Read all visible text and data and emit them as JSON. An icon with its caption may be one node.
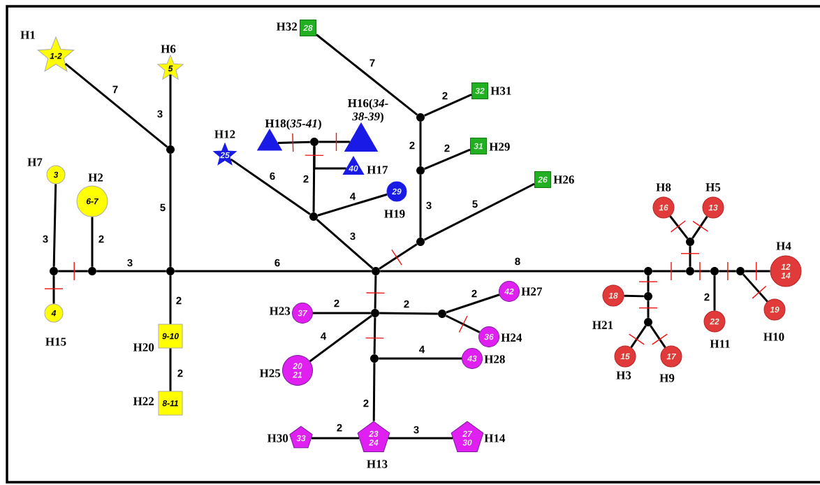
{
  "diagram": {
    "nodes": [
      {
        "text": [
          "H1",
          "1-2"
        ]
      },
      {
        "text": [
          "H6",
          "5"
        ]
      },
      {
        "text": [
          "H7",
          "3"
        ]
      },
      {
        "text": [
          "H2",
          "6-7"
        ]
      },
      {
        "text": [
          "4",
          "H15"
        ]
      },
      {
        "text": [
          "H20",
          "9-10"
        ]
      },
      {
        "text": [
          "H22",
          "8-11"
        ]
      },
      {
        "text": [
          "H12",
          "25"
        ]
      },
      {
        "text": [
          "H18(*35-41*)"
        ]
      },
      {
        "text": [
          "H16(*34-38-39*)"
        ]
      },
      {
        "text": [
          "40",
          "H17"
        ]
      },
      {
        "text": [
          "29",
          "H19"
        ]
      },
      {
        "text": [
          "H32",
          "28"
        ]
      },
      {
        "text": [
          "32",
          "H31"
        ]
      },
      {
        "text": [
          "31",
          "H29"
        ]
      },
      {
        "text": [
          "26",
          "H26"
        ]
      },
      {
        "text": [
          "H8",
          "16"
        ]
      },
      {
        "text": [
          "H5",
          "13"
        ]
      },
      {
        "text": [
          "H4",
          "12 14"
        ]
      },
      {
        "text": [
          "19",
          "H10"
        ]
      },
      {
        "text": [
          "22",
          "H11"
        ]
      },
      {
        "text": [
          "18",
          "H21"
        ]
      },
      {
        "text": [
          "15",
          "H3"
        ]
      },
      {
        "text": [
          "17",
          "H9"
        ]
      },
      {
        "text": [
          "H23",
          "37"
        ]
      },
      {
        "text": [
          "42",
          "H27"
        ]
      },
      {
        "text": [
          "36",
          "H24"
        ]
      },
      {
        "text": [
          "H25",
          "20 21"
        ]
      },
      {
        "text": [
          "43",
          "H28"
        ]
      },
      {
        "text": [
          "H30",
          "33"
        ]
      },
      {
        "text": [
          "23 24",
          "H13"
        ]
      },
      {
        "text": [
          "27 30",
          "H14"
        ]
      },
      {
        "text": [],
        "shape": "circle"
      },
      {
        "text": [],
        "shape": "circle"
      },
      {
        "text": [],
        "shape": "circle"
      },
      {
        "text": [],
        "shape": "circle"
      },
      {
        "text": [],
        "shape": "circle"
      },
      {
        "text": [],
        "shape": "circle"
      },
      {
        "text": [],
        "shape": "circle"
      },
      {
        "text": [],
        "shape": "circle"
      },
      {
        "text": [],
        "shape": "circle"
      },
      {
        "text": [],
        "shape": "circle"
      },
      {
        "text": [],
        "shape": "circle"
      },
      {
        "text": [],
        "shape": "circle"
      },
      {
        "text": [],
        "shape": "circle"
      },
      {
        "text": [],
        "shape": "circle"
      },
      {
        "text": [],
        "shape": "circle"
      },
      {
        "text": [],
        "shape": "circle"
      },
      {
        "text": [],
        "shape": "circle"
      },
      {
        "text": [],
        "shape": "circle"
      },
      {
        "text": [],
        "shape": "circle"
      },
      {
        "text": [],
        "shape": "circle"
      }
    ],
    "edges": [
      {
        "from": 0,
        "to": 35,
        "arrow": "none",
        "label": "7"
      },
      {
        "from": 1,
        "to": 35,
        "arrow": "none",
        "label": "3"
      },
      {
        "from": 35,
        "to": 34,
        "arrow": "none",
        "label": "5"
      },
      {
        "from": 2,
        "to": 32,
        "arrow": "none",
        "label": "3"
      },
      {
        "from": 3,
        "to": 33,
        "arrow": "none",
        "label": "2"
      },
      {
        "from": 32,
        "to": 33,
        "arrow": "none"
      },
      {
        "from": 32,
        "to": 4,
        "arrow": "none"
      },
      {
        "from": 33,
        "to": 34,
        "arrow": "none",
        "label": "3"
      },
      {
        "from": 34,
        "to": 36,
        "arrow": "none",
        "label": "6"
      },
      {
        "from": 34,
        "to": 5,
        "arrow": "none",
        "label": "2"
      },
      {
        "from": 5,
        "to": 6,
        "arrow": "none",
        "label": "2"
      },
      {
        "from": 7,
        "to": 37,
        "arrow": "none",
        "label": "6"
      },
      {
        "from": 37,
        "to": 36,
        "arrow": "none",
        "label": "3"
      },
      {
        "from": 37,
        "to": 38,
        "arrow": "none",
        "label": "2"
      },
      {
        "from": 38,
        "to": 8,
        "arrow": "none"
      },
      {
        "from": 38,
        "to": 9,
        "arrow": "none"
      },
      {
        "from": 38,
        "to": 10,
        "arrow": "none"
      },
      {
        "from": 37,
        "to": 11,
        "arrow": "none",
        "label": "4"
      },
      {
        "from": 12,
        "to": 39,
        "arrow": "none",
        "label": "7"
      },
      {
        "from": 39,
        "to": 13,
        "arrow": "none",
        "label": "2"
      },
      {
        "from": 39,
        "to": 40,
        "arrow": "none",
        "label": "2"
      },
      {
        "from": 40,
        "to": 14,
        "arrow": "none",
        "label": "2"
      },
      {
        "from": 40,
        "to": 41,
        "arrow": "none",
        "label": "3"
      },
      {
        "from": 41,
        "to": 15,
        "arrow": "none",
        "label": "5"
      },
      {
        "from": 36,
        "to": 41,
        "arrow": "none"
      },
      {
        "from": 36,
        "to": 42,
        "arrow": "none",
        "label": "8"
      },
      {
        "from": 42,
        "to": 43,
        "arrow": "none"
      },
      {
        "from": 43,
        "to": 44,
        "arrow": "none"
      },
      {
        "from": 44,
        "to": 16,
        "arrow": "none"
      },
      {
        "from": 44,
        "to": 17,
        "arrow": "none"
      },
      {
        "from": 43,
        "to": 45,
        "arrow": "none"
      },
      {
        "from": 45,
        "to": 20,
        "arrow": "none",
        "label": "2"
      },
      {
        "from": 45,
        "to": 46,
        "arrow": "none"
      },
      {
        "from": 46,
        "to": 18,
        "arrow": "none"
      },
      {
        "from": 46,
        "to": 19,
        "arrow": "none"
      },
      {
        "from": 42,
        "to": 47,
        "arrow": "none"
      },
      {
        "from": 47,
        "to": 21,
        "arrow": "none"
      },
      {
        "from": 47,
        "to": 48,
        "arrow": "none"
      },
      {
        "from": 48,
        "to": 22,
        "arrow": "none"
      },
      {
        "from": 48,
        "to": 23,
        "arrow": "none"
      },
      {
        "from": 36,
        "to": 49,
        "arrow": "none"
      },
      {
        "from": 49,
        "to": 24,
        "arrow": "none",
        "label": "2"
      },
      {
        "from": 49,
        "to": 50,
        "arrow": "none",
        "label": "2"
      },
      {
        "from": 50,
        "to": 25,
        "arrow": "none",
        "label": "2"
      },
      {
        "from": 50,
        "to": 26,
        "arrow": "none"
      },
      {
        "from": 49,
        "to": 27,
        "arrow": "none",
        "label": "4"
      },
      {
        "from": 49,
        "to": 51,
        "arrow": "none"
      },
      {
        "from": 51,
        "to": 28,
        "arrow": "none",
        "label": "4"
      },
      {
        "from": 51,
        "to": 30,
        "arrow": "none",
        "label": "2"
      },
      {
        "from": 29,
        "to": 30,
        "arrow": "none",
        "label": "2"
      },
      {
        "from": 30,
        "to": 31,
        "arrow": "none",
        "label": "3"
      }
    ]
  }
}
